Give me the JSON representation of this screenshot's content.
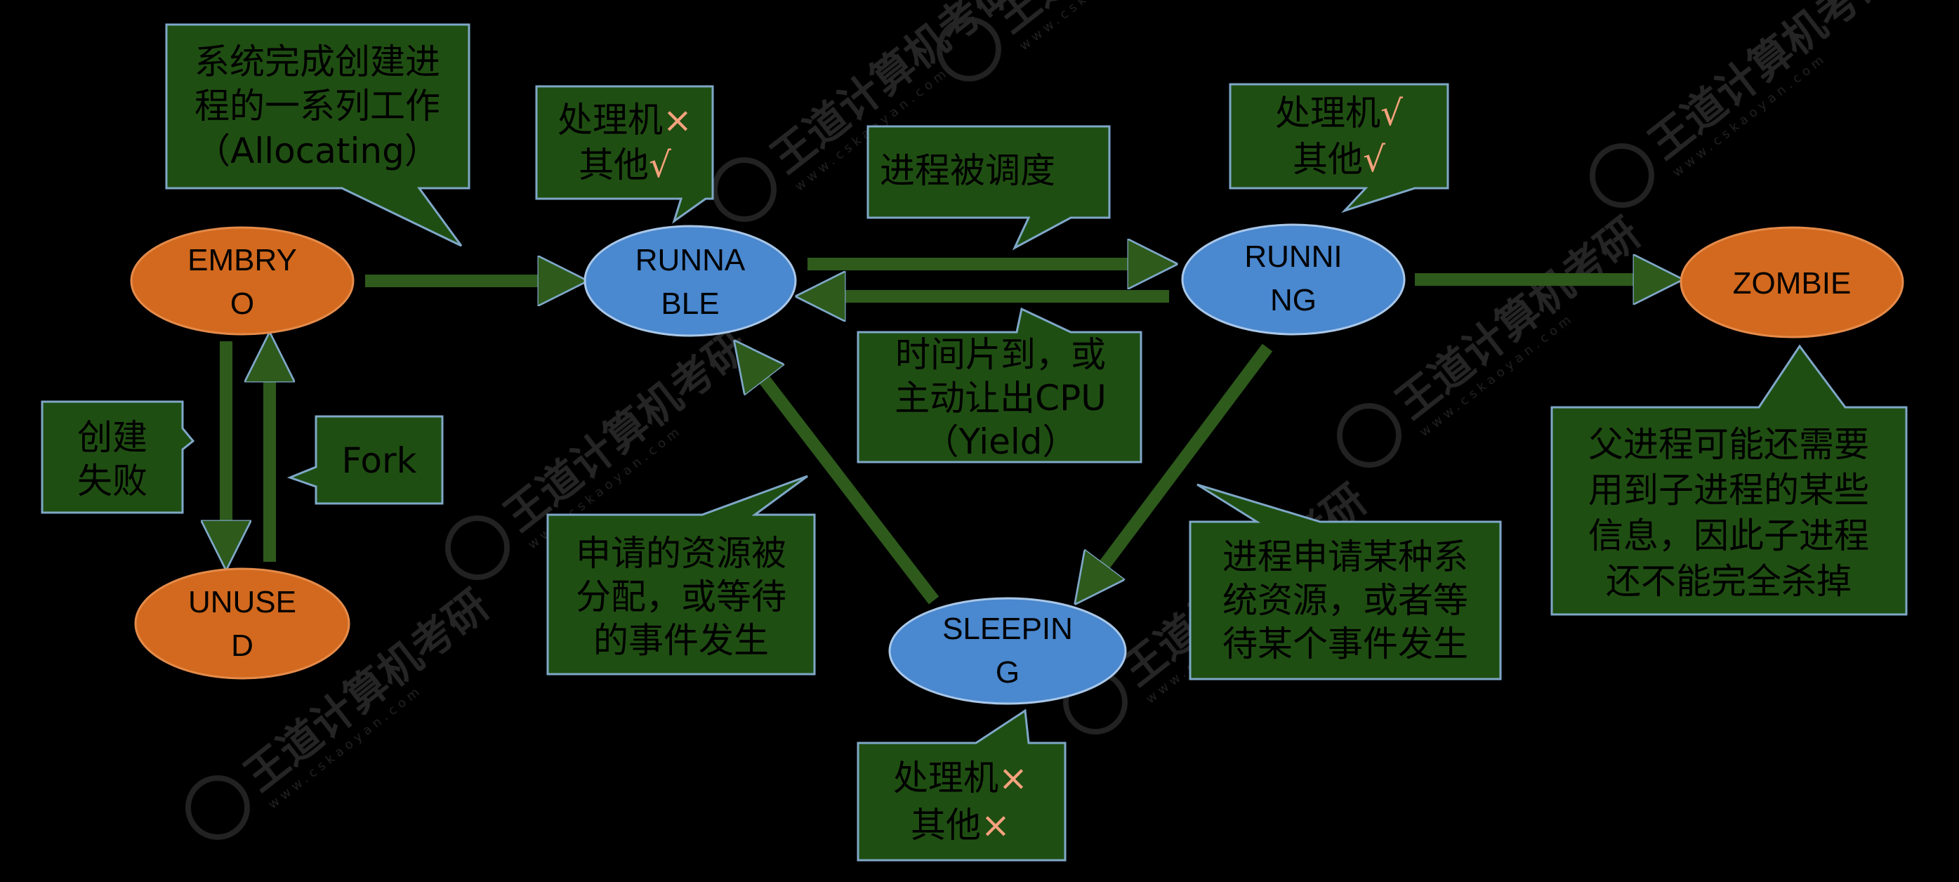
{
  "colors": {
    "background": "#000000",
    "unused_state_fill": "#D2691E",
    "active_state_fill": "#4A88CF",
    "callout_fill": "#1F4E12",
    "callout_border": "#7FA8C8",
    "arrow_fill": "#2E5A1C",
    "mark_color": "#F7A27E"
  },
  "states": {
    "embryo": [
      "EMBRY",
      "O"
    ],
    "unused": [
      "UNUSE",
      "D"
    ],
    "runnable": [
      "RUNNA",
      "BLE"
    ],
    "running": [
      "RUNNI",
      "NG"
    ],
    "sleeping": [
      "SLEEPIN",
      "G"
    ],
    "zombie": [
      "ZOMBIE"
    ]
  },
  "callouts": {
    "allocating": [
      "系统完成创建进",
      "程的一系列工作",
      "（Allocating）"
    ],
    "runnable_resources": {
      "line1": "处理机",
      "mark1": "×",
      "line2": "其他",
      "mark2": "√"
    },
    "scheduled": [
      "进程被调度"
    ],
    "running_resources": {
      "line1": "处理机",
      "mark1": "√",
      "line2": "其他",
      "mark2": "√"
    },
    "yield": [
      "时间片到，或",
      "主动让出CPU",
      "（Yield）"
    ],
    "create_failed": [
      "创建",
      "失败"
    ],
    "fork": [
      "Fork"
    ],
    "resource_allocated": [
      "申请的资源被",
      "分配，或等待",
      "的事件发生"
    ],
    "request_resource": [
      "进程申请某种系",
      "统资源，或者等",
      "待某个事件发生"
    ],
    "zombie_reason": [
      "父进程可能还需要",
      "用到子进程的某些",
      "信息，因此子进程",
      "还不能完全杀掉"
    ],
    "sleeping_resources": {
      "line1": "处理机",
      "mark1": "×",
      "line2": "其他",
      "mark2": "×"
    }
  },
  "watermark": {
    "title": "王道计算机考研",
    "url": "www.cskaoyan.com"
  }
}
